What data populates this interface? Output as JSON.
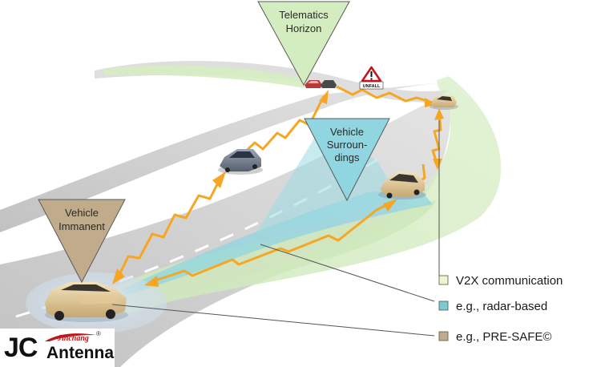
{
  "labels": {
    "telematics": [
      "Telematics",
      "Horizon"
    ],
    "surroundings": [
      "Vehicle",
      "Surroun-",
      "dings"
    ],
    "immanent": [
      "Vehicle",
      "Immanent"
    ]
  },
  "warning_sign": "UNFALL",
  "legend": [
    {
      "text": "V2X communication",
      "color": "#eef6d0"
    },
    {
      "text": "e.g., radar-based",
      "color": "#7ccbd3"
    },
    {
      "text": "e.g., PRE-SAFE©",
      "color": "#c0ab8a"
    }
  ],
  "logo": {
    "main": "JC",
    "sub": "Antenna",
    "brand": "Jinchang",
    "mark": "®"
  },
  "colors": {
    "road": "#c6c6c6",
    "v2x_zone": "#d3ecc0",
    "radar_zone": "#8fd6e0",
    "signal_arrow": "#f5a623",
    "telematics_triangle": "#d3ecc0",
    "surroundings_triangle": "#8fd6e0",
    "immanent_triangle": "#c0ab8a"
  }
}
